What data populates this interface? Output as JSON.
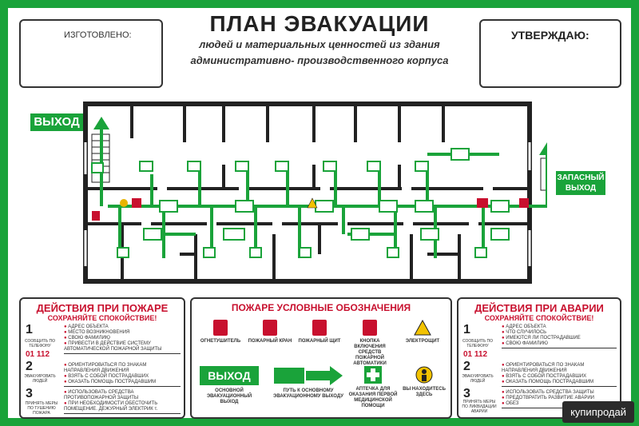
{
  "header": {
    "made_label": "ИЗГОТОВЛЕНО:",
    "approve_label": "УТВЕРЖДАЮ:",
    "title": "ПЛАН ЭВАКУАЦИИ",
    "subtitle1": "людей и материальных ценностей из здания",
    "subtitle2": "административно- производственного корпуса"
  },
  "plan": {
    "exit_label": "ВЫХОД",
    "spare_exit_line1": "ЗАПАСНЫЙ",
    "spare_exit_line2": "ВЫХОД"
  },
  "fire_panel": {
    "title": "ДЕЙСТВИЯ ПРИ ПОЖАРЕ",
    "subtitle": "СОХРАНЯЙТЕ СПОКОЙСТВИЕ!",
    "steps": [
      {
        "num": "1",
        "side": "СООБЩИТЬ ПО ТЕЛЕФОНУ",
        "phone": "01 112",
        "items": [
          "АДРЕС ОБЪЕКТА",
          "МЕСТО ВОЗНИКНОВЕНИЯ",
          "СВОЮ ФАМИЛИЮ",
          "ПРИВЕСТИ В ДЕЙСТВИЕ СИСТЕМУ АВТОМАТИЧЕСКОЙ ПОЖАРНОЙ ЗАЩИТЫ"
        ]
      },
      {
        "num": "2",
        "side": "ЭВАКУИРОВАТЬ ЛЮДЕЙ",
        "items": [
          "ОРИЕНТИРОВАТЬСЯ ПО ЗНАКАМ НАПРАВЛЕНИЯ ДВИЖЕНИЯ",
          "ВЗЯТЬ С СОБОЙ ПОСТРАДАВШИХ",
          "ОКАЗАТЬ ПОМОЩЬ ПОСТРАДАВШИМ"
        ]
      },
      {
        "num": "3",
        "side": "ПРИНЯТЬ МЕРЫ ПО ТУШЕНИЮ ПОЖАРА",
        "items": [
          "ИСПОЛЬЗОВАТЬ СРЕДСТВА ПРОТИВОПОЖАРНОЙ ЗАЩИТЫ",
          "ПРИ НЕОБХОДИМОСТИ ОБЕСТОЧИТЬ ПОМЕЩЕНИЕ. ДЕЖУРНЫЙ ЭЛЕКТРИК т."
        ]
      }
    ]
  },
  "legend": {
    "title": "ПОЖАРЕ УСЛОВНЫЕ ОБОЗНАЧЕНИЯ",
    "top_items": [
      "ОГНЕТУШИТЕЛЬ",
      "ПОЖАРНЫЙ КРАН",
      "ПОЖАРНЫЙ ЩИТ",
      "КНОПКА ВКЛЮЧЕНИЯ СРЕДСТВ ПОЖАРНОЙ АВТОМАТИКИ",
      "ЭЛЕКТРОЩИТ"
    ],
    "exit_word": "ВЫХОД",
    "bottom_items": [
      "ОСНОВНОЙ ЭВАКУАЦИОННЫЙ ВЫХОД",
      "ПУТЬ К ОСНОВНОМУ ЭВАКУАЦИОННОМУ ВЫХОДУ",
      "АПТЕЧКА ДЛЯ ОКАЗАНИЯ ПЕРВОЙ МЕДИЦИНСКОЙ ПОМОЩИ",
      "ВЫ НАХОДИТЕСЬ ЗДЕСЬ"
    ]
  },
  "accident_panel": {
    "title": "ДЕЙСТВИЯ ПРИ АВАРИИ",
    "subtitle": "СОХРАНЯЙТЕ СПОКОЙСТВИЕ!",
    "steps": [
      {
        "num": "1",
        "side": "СООБЩИТЬ ПО ТЕЛЕФОНУ",
        "phone": "01 112",
        "items": [
          "АДРЕС ОБЪЕКТА",
          "ЧТО СЛУЧИЛОСЬ",
          "ИМЕЮТСЯ ЛИ ПОСТРАДАВШИЕ",
          "СВОЮ ФАМИЛИЮ"
        ]
      },
      {
        "num": "2",
        "side": "ЭВАКУИРОВАТЬ ЛЮДЕЙ",
        "items": [
          "ОРИЕНТИРОВАТЬСЯ ПО ЗНАКАМ НАПРАВЛЕНИЯ ДВИЖЕНИЯ",
          "ВЗЯТЬ С СОБОЙ ПОСТРАДАВШИХ",
          "ОКАЗАТЬ ПОМОЩЬ ПОСТРАДАВШИМ"
        ]
      },
      {
        "num": "3",
        "side": "ПРИНЯТЬ МЕРЫ ПО ЛИКВИДАЦИИ АВАРИИ",
        "items": [
          "ИСПОЛЬЗОВАТЬ СРЕДСТВА ЗАЩИТЫ",
          "ПРЕДОТВРАТИТЬ РАЗВИТИЕ АВАРИИ",
          "ОБЕЗ"
        ]
      }
    ]
  },
  "watermark": "купипродай",
  "colors": {
    "green": "#1aa33a",
    "red": "#c8102e",
    "wall": "#222222"
  }
}
